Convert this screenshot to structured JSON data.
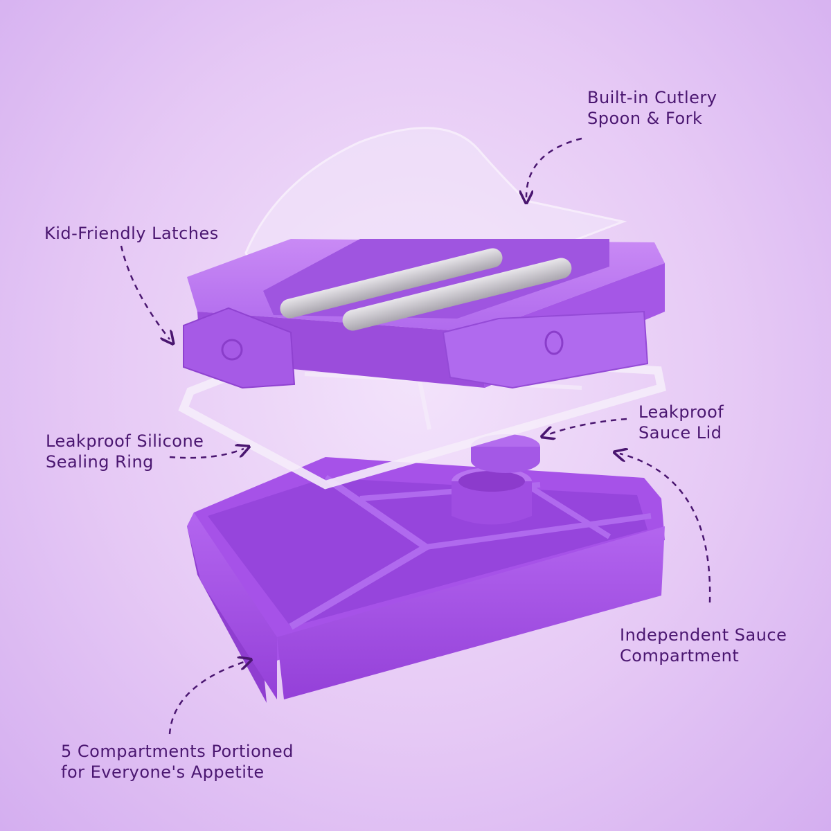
{
  "annotations": {
    "cutlery": "Built-in Cutlery\nSpoon & Fork",
    "latches": "Kid-Friendly Latches",
    "sauce_lid": "Leakproof\nSauce Lid",
    "sealing_ring": "Leakproof Silicone\nSealing Ring",
    "sauce_compartment": "Independent Sauce\nCompartment",
    "compartments": "5 Compartments Portioned\nfor Everyone's Appetite"
  },
  "colors": {
    "background": "#e6c9f5",
    "box_purple": "#a24ee6",
    "lid_purple": "#b46cf0",
    "text": "#4a1670",
    "cutlery_steel": "#c8c4cc"
  }
}
